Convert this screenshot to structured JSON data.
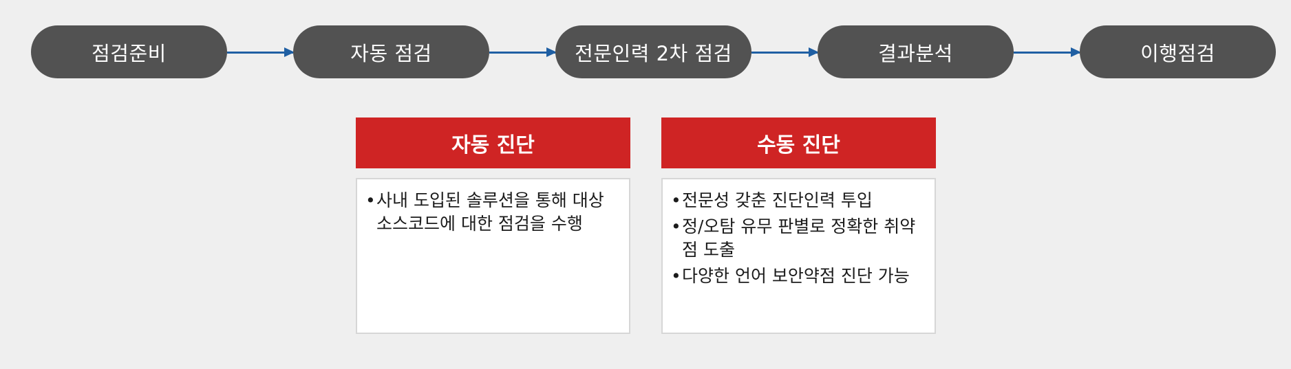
{
  "flow": {
    "steps": [
      {
        "label": "점검준비"
      },
      {
        "label": "자동 점검"
      },
      {
        "label": "전문인력 2차 점검"
      },
      {
        "label": "결과분석"
      },
      {
        "label": "이행점검"
      }
    ]
  },
  "panels": [
    {
      "title": "자동 진단",
      "bullets": [
        "사내 도입된 솔루션을 통해 대상 소스코드에 대한 점검을 수행"
      ]
    },
    {
      "title": "수동 진단",
      "bullets": [
        "전문성 갖춘 진단인력 투입",
        "정/오탐 유무 판별로 정확한 취약점 도출",
        "다양한 언어 보안약점 진단 가능"
      ]
    }
  ],
  "bullet_symbol": "•",
  "colors": {
    "background": "#efefef",
    "step_fill": "#525252",
    "arrow": "#1f5fa3",
    "panel_header": "#cf2424"
  }
}
